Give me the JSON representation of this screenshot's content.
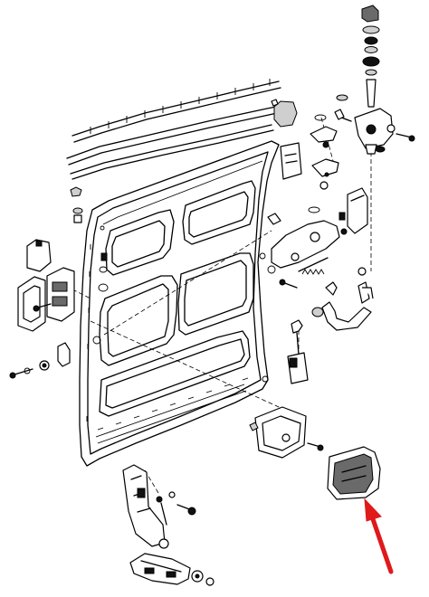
{
  "diagram": {
    "kind": "exploded-view",
    "subject_parts": [
      "sliding-door-panel",
      "window-frame-seal-strip",
      "upper-roller-carrier",
      "center-hinge-bracket",
      "front-latch-lock",
      "rear-lock-assembly",
      "interior-handle",
      "exterior-handle",
      "lower-roller-carrier",
      "striker-bolt"
    ]
  },
  "highlight": {
    "arrow_color": "#e0191b",
    "target_part": "exterior-handle"
  },
  "colors": {
    "line": "#000000",
    "background": "#ffffff",
    "part_shade": "#6a6a6a"
  }
}
